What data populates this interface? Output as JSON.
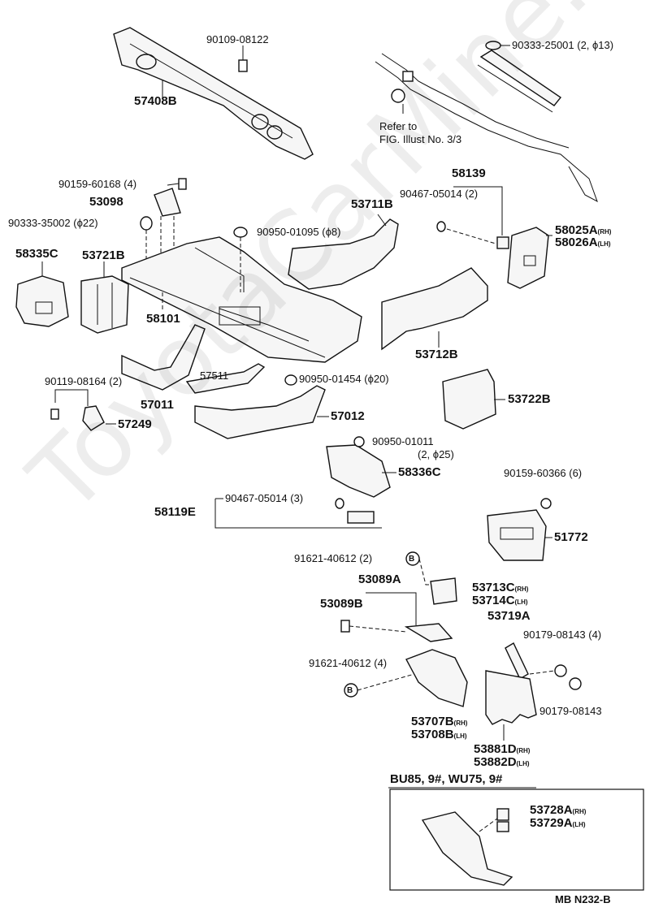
{
  "watermark": "ToyotaCarMine.ru",
  "footer_code": "MB N232-B",
  "variant_heading": "BU85, 9#, WU75, 9#",
  "circle_letter": "B",
  "note": {
    "line1": "Refer to",
    "line2": "FIG. Illust No. 3/3"
  },
  "labels": {
    "p90109_08122": "90109-08122",
    "p57408B": "57408B",
    "p90333_25001": "90333-25001 (2, ϕ13)",
    "p90159_60168": "90159-60168 (4)",
    "p53098": "53098",
    "p90333_35002": "90333-35002 (ϕ22)",
    "p58139": "58139",
    "p90467_05014_2": "90467-05014 (2)",
    "p53711B": "53711B",
    "p90950_01095": "90950-01095 (ϕ8)",
    "p58025A": "58025A",
    "p58026A": "58026A",
    "p58335C": "58335C",
    "p53721B": "53721B",
    "p58101": "58101",
    "p53712B": "53712B",
    "p57511": "57511",
    "p90950_01454": "90950-01454 (ϕ20)",
    "p90119_08164": "90119-08164 (2)",
    "p57011": "57011",
    "p57012": "57012",
    "p53722B": "53722B",
    "p57249": "57249",
    "p90950_01011_a": "90950-01011",
    "p90950_01011_b": "(2, ϕ25)",
    "p58336C": "58336C",
    "p90159_60366": "90159-60366 (6)",
    "p58119E": "58119E",
    "p90467_05014_3": "90467-05014 (3)",
    "p51772": "51772",
    "p91621_40612_2": "91621-40612 (2)",
    "p53089A": "53089A",
    "p53713C": "53713C",
    "p53714C": "53714C",
    "p53089B": "53089B",
    "p53719A": "53719A",
    "p90179_08143_4": "90179-08143 (4)",
    "p91621_40612_4": "91621-40612 (4)",
    "p90179_08143": "90179-08143",
    "p53707B": "53707B",
    "p53708B": "53708B",
    "p53881D": "53881D",
    "p53882D": "53882D",
    "p53728A": "53728A",
    "p53729A": "53729A"
  },
  "side": {
    "rh": "(RH)",
    "lh": "(LH)"
  }
}
